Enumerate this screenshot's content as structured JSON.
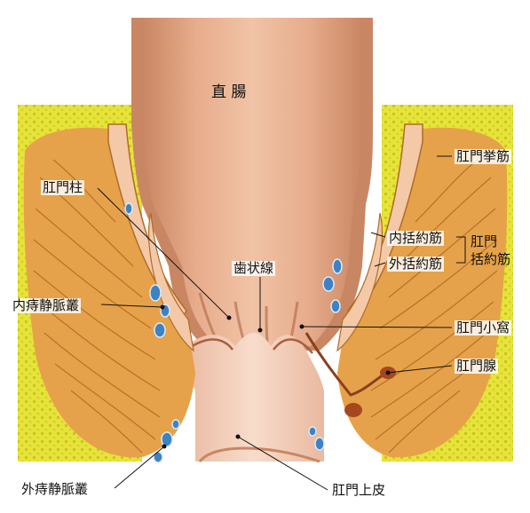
{
  "diagram": {
    "labels": {
      "rectum": "直 腸",
      "anal_columns": "肛門柱",
      "dentate_line": "歯状線",
      "internal_hemorrhoidal_plexus": "内痔静脈叢",
      "external_hemorrhoidal_plexus": "外痔静脈叢",
      "levator_ani": "肛門挙筋",
      "internal_sphincter": "内括約筋",
      "external_sphincter": "外括約筋",
      "anal_sphincter_group": "肛門\n括約筋",
      "anal_crypt": "肛門小窩",
      "anal_gland": "肛門腺",
      "anoderm": "肛門上皮"
    },
    "colors": {
      "fat": "#e6e33a",
      "fat_dots": "#c9c41d",
      "lumen": "#eab498",
      "wall_dark": "#c98663",
      "muscle": "#e6a24a",
      "muscle_stripe": "#b06c24",
      "band": "#f3c9a8",
      "vein": "#3e82c4"
    }
  }
}
